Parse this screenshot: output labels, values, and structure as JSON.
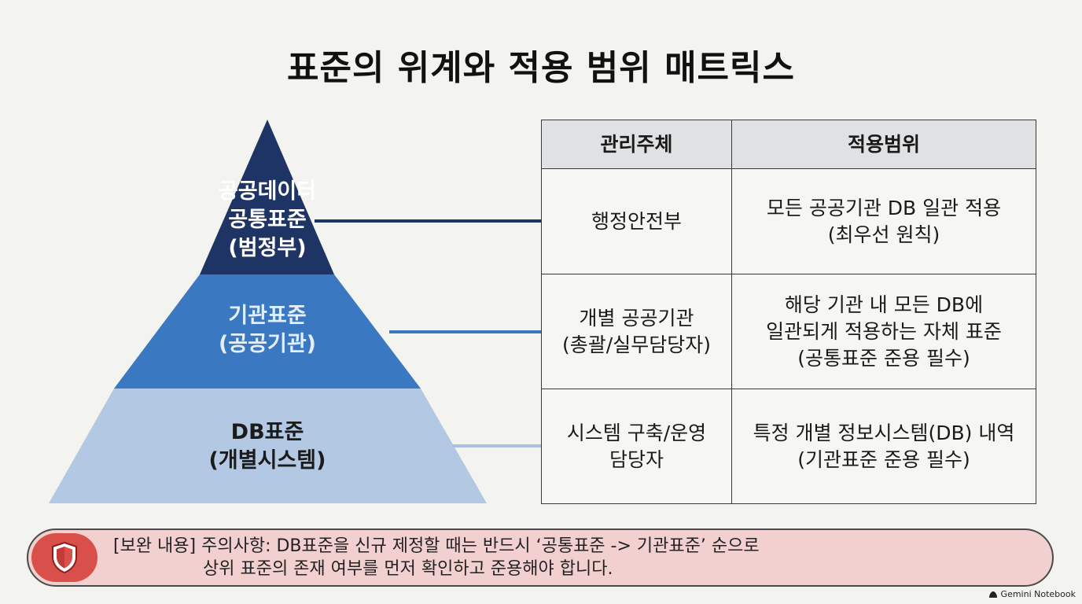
{
  "title": "표준의 위계와 적용 범위 매트릭스",
  "pyramid": {
    "tiers": [
      {
        "lines": [
          "공공데이터",
          "공통표준",
          "(범정부)"
        ],
        "color": "#1e3464",
        "text_color": "#ffffff"
      },
      {
        "lines": [
          "기관표준",
          "(공공기관)"
        ],
        "color": "#3a78c2",
        "text_color": "#e6eefa"
      },
      {
        "lines": [
          "DB표준",
          "(개별시스템)"
        ],
        "color": "#b3c8e2",
        "text_color": "#1b1b1b"
      }
    ]
  },
  "matrix": {
    "headers": [
      "관리주체",
      "적용범위"
    ],
    "rows": [
      {
        "owner": [
          "행정안전부"
        ],
        "scope": [
          "모든 공공기관 DB 일관 적용",
          "(최우선 원칙)"
        ]
      },
      {
        "owner": [
          "개별 공공기관",
          "(총괄/실무담당자)"
        ],
        "scope": [
          "해당 기관 내 모든 DB에",
          "일관되게 적용하는 자체 표준",
          "(공통표준 준용 필수)"
        ]
      },
      {
        "owner": [
          "시스템 구축/운영",
          "담당자"
        ],
        "scope": [
          "특정 개별 정보시스템(DB) 내역",
          "(기관표준 준용 필수)"
        ]
      }
    ]
  },
  "warning": {
    "line1": "[보완 내용] 주의사항: DB표준을 신규 제정할 때는 반드시 ‘공통표준 -> 기관표준’ 순으로",
    "line2": "상위 표준의 존재 여부를 먼저 확인하고 준용해야 합니다.",
    "icon": "shield-icon",
    "accent": "#d9504a"
  },
  "watermark": "Gemini Notebook"
}
